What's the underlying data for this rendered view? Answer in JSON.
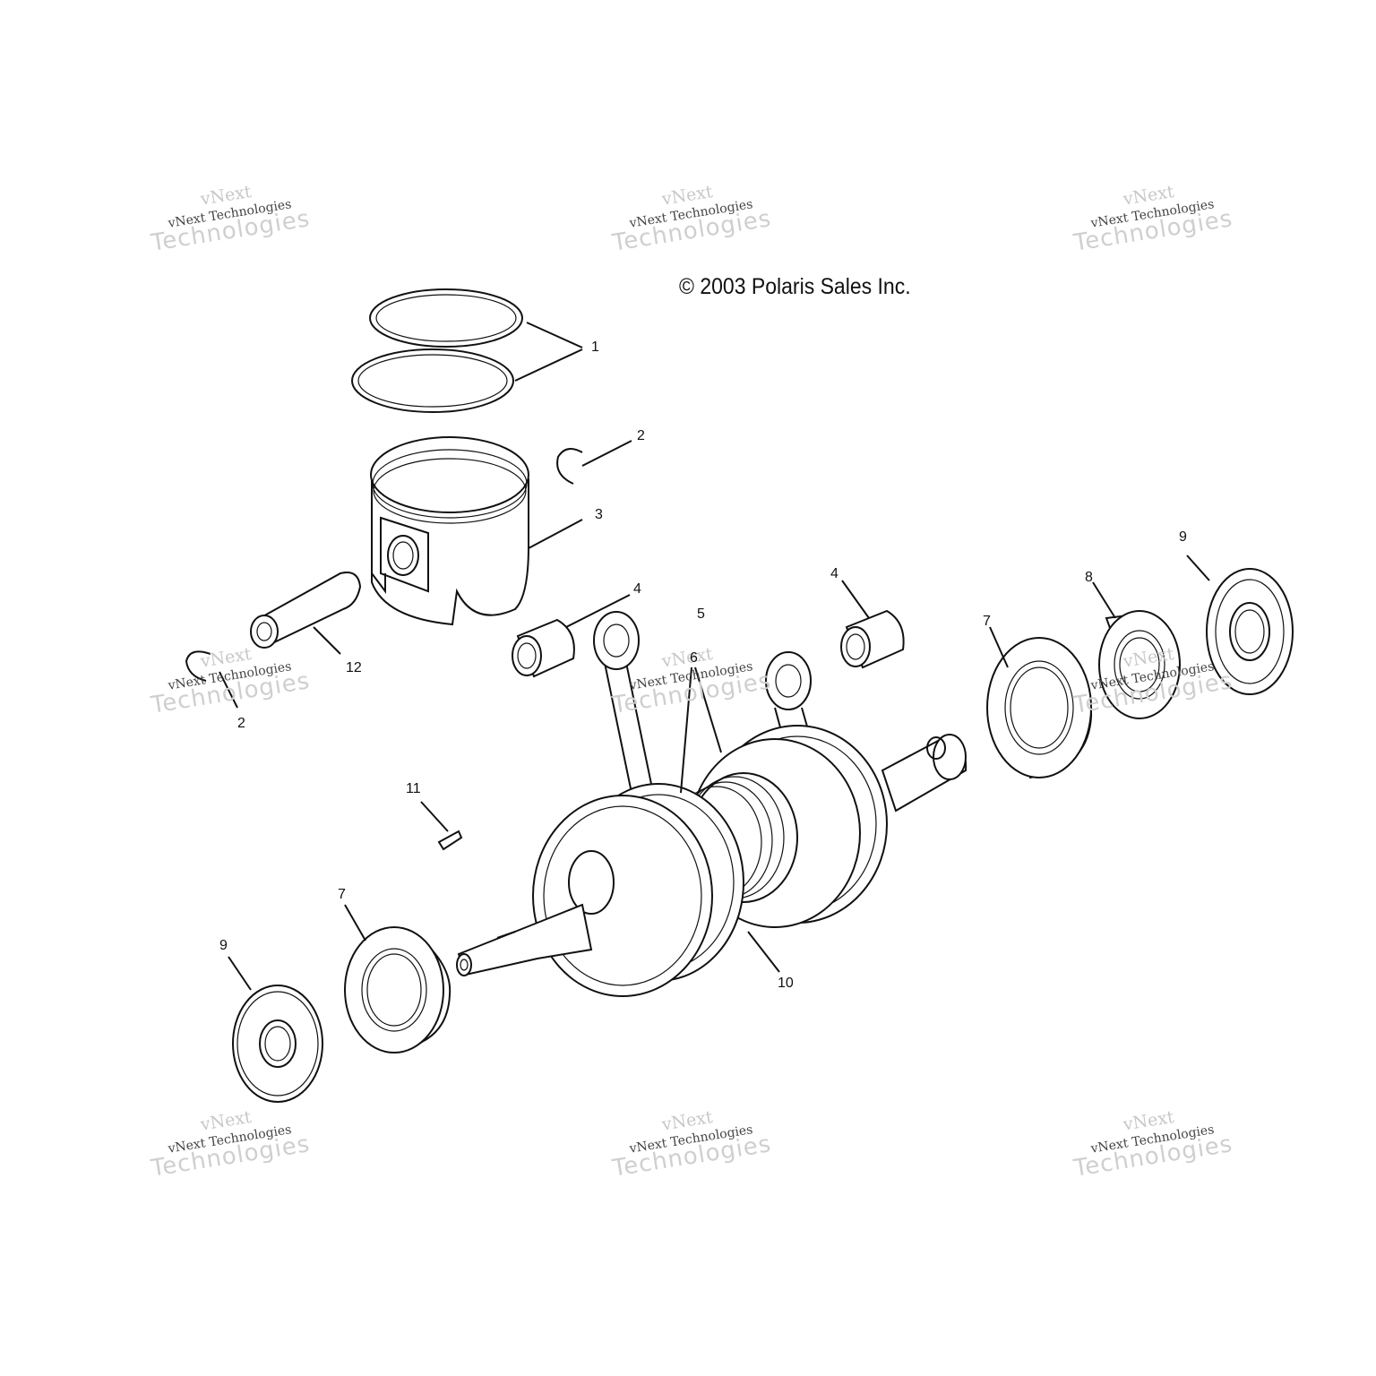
{
  "copyright": "© 2003 Polaris Sales Inc.",
  "watermark": {
    "line1": "vNext",
    "line2": "vNext Technologies",
    "line3": "Technologies"
  },
  "callouts": [
    {
      "id": "c1",
      "label": "1"
    },
    {
      "id": "c2a",
      "label": "2"
    },
    {
      "id": "c2b",
      "label": "2"
    },
    {
      "id": "c3",
      "label": "3"
    },
    {
      "id": "c4a",
      "label": "4"
    },
    {
      "id": "c4b",
      "label": "4"
    },
    {
      "id": "c5",
      "label": "5"
    },
    {
      "id": "c6",
      "label": "6"
    },
    {
      "id": "c7a",
      "label": "7"
    },
    {
      "id": "c7b",
      "label": "7"
    },
    {
      "id": "c8",
      "label": "8"
    },
    {
      "id": "c9a",
      "label": "9"
    },
    {
      "id": "c9b",
      "label": "9"
    },
    {
      "id": "c10",
      "label": "10"
    },
    {
      "id": "c11",
      "label": "11"
    },
    {
      "id": "c12",
      "label": "12"
    }
  ]
}
